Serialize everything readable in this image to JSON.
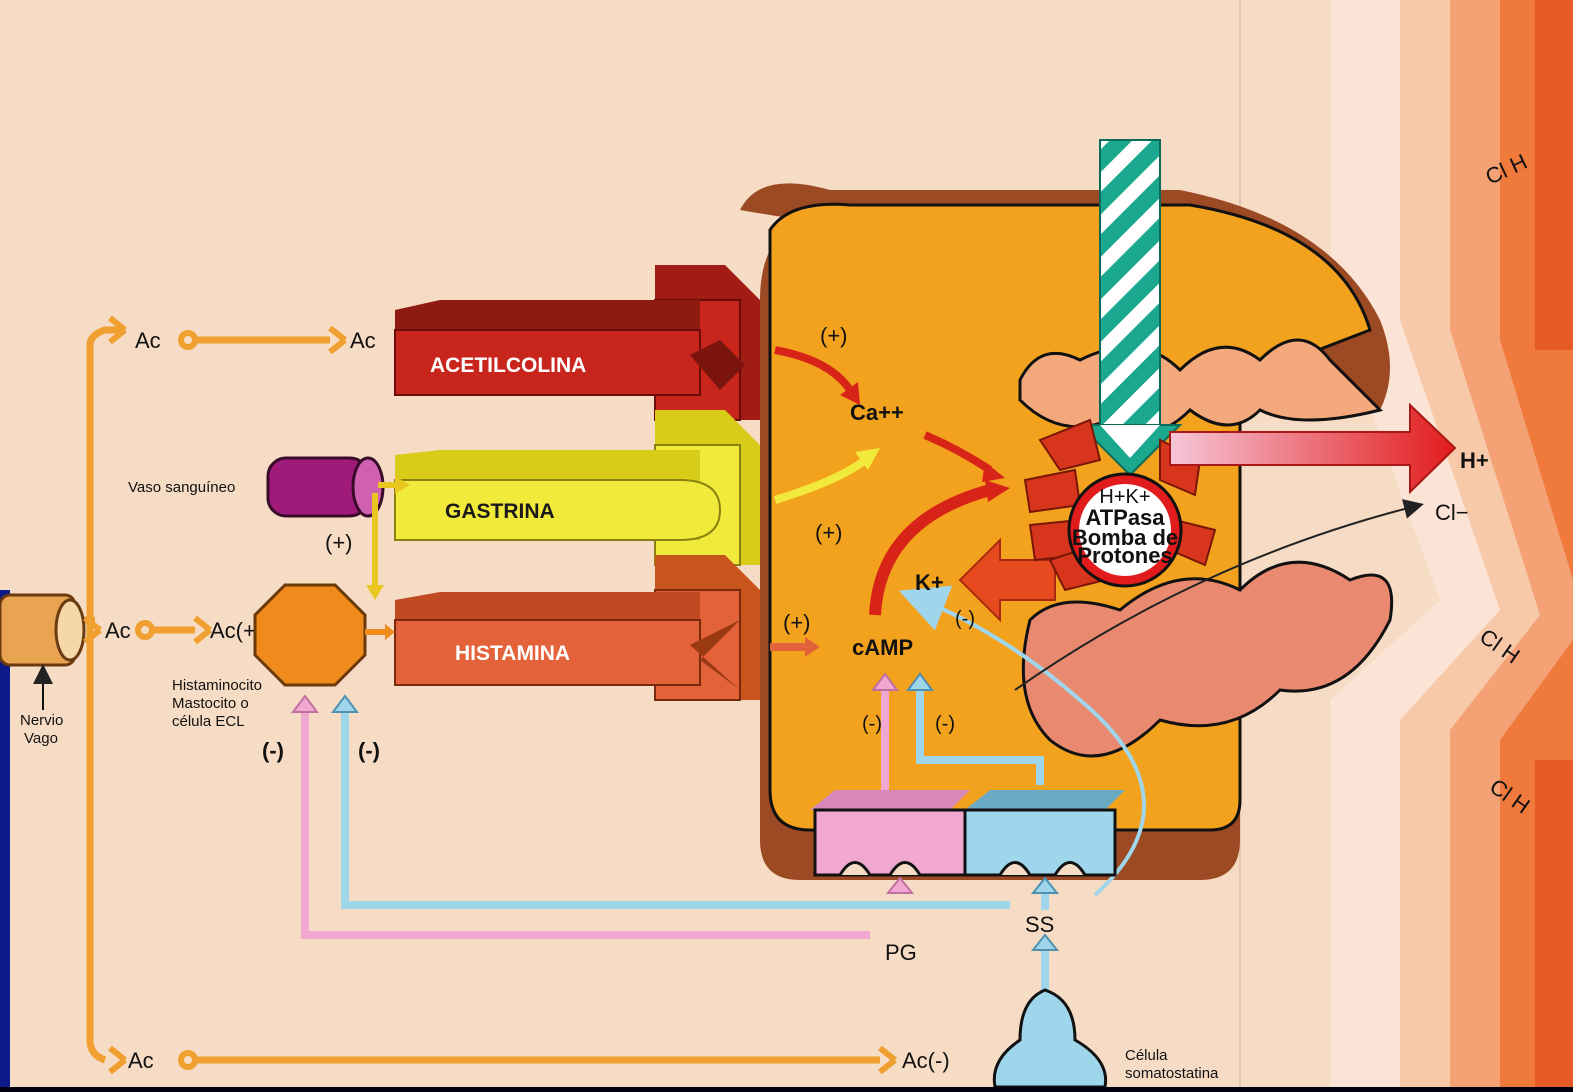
{
  "labels": {
    "ac_top_left": "Ac",
    "ac_top_right": "Ac",
    "ac_mid_left": "Ac",
    "ac_mid_right": "Ac(+)",
    "ac_bottom_left": "Ac",
    "ac_bottom_right": "Ac(-)",
    "acetilcolina": "ACETILCOLINA",
    "gastrina": "GASTRINA",
    "histamina": "HISTAMINA",
    "vaso": "Vaso sanguíneo",
    "plus_gastrina_vertical": "(+)",
    "histaminocito_line1": "Histaminocito",
    "histaminocito_line2": "Mastocito o",
    "histaminocito_line3": "célula ECL",
    "nervio_line1": "Nervio",
    "nervio_line2": "Vago",
    "minus_left_1": "(-)",
    "minus_left_2": "(-)",
    "plus_acetil": "(+)",
    "ca": "Ca++",
    "plus_gastrina": "(+)",
    "plus_histamina": "(+)",
    "camp": "cAMP",
    "minus_camp_1": "(-)",
    "minus_camp_2": "(-)",
    "k_plus": "K+",
    "minus_k": "(-)",
    "pump_line1": "H+K+",
    "pump_line2": "ATPasa",
    "pump_line3": "Bomba de",
    "pump_line4": "Protones",
    "h_plus": "H+",
    "cl_minus": "Cl−",
    "pg": "PG",
    "ss": "SS",
    "celula_line1": "Célula",
    "celula_line2": "somatostatina",
    "clh_1": "Cl H",
    "clh_2": "Cl H",
    "clh_3": "Cl H"
  },
  "colors": {
    "paper": "#f6dcc4",
    "cell": "#f3a21e",
    "acetilcolina": "#c8261c",
    "gastrina": "#f2ea3a",
    "histamina": "#e4623a",
    "nerve": "#f0a030",
    "pink": "#f0a8d0",
    "blue": "#9fd6ec",
    "lumen": "#f0742c"
  }
}
